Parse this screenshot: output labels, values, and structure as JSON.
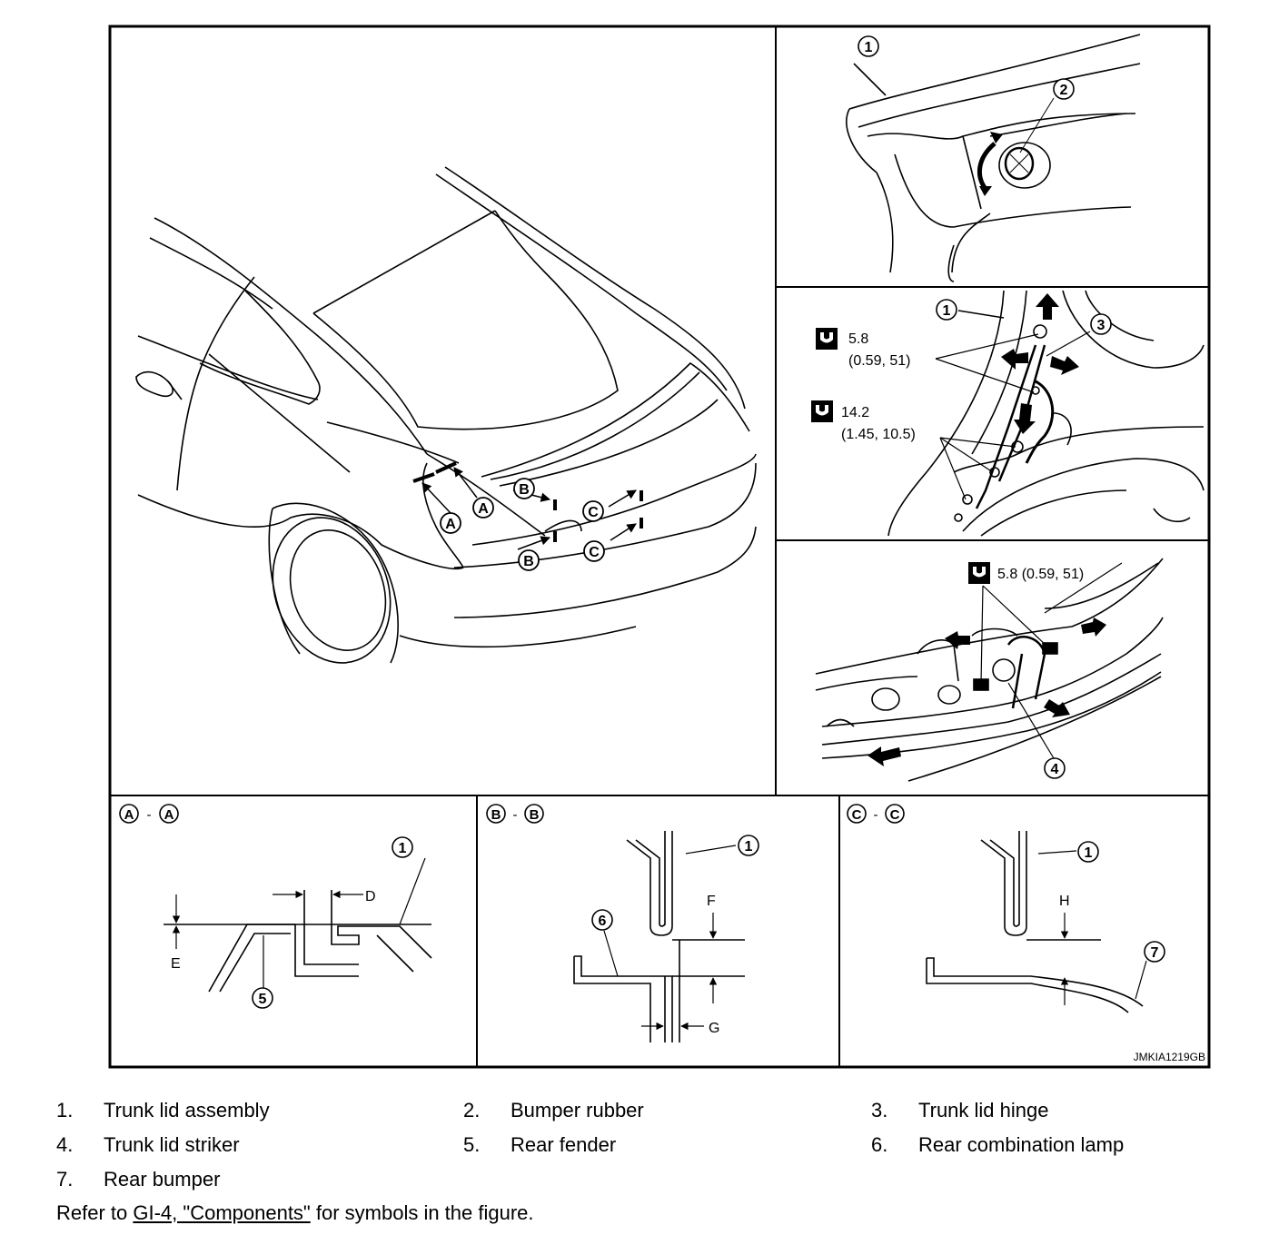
{
  "figure": {
    "code": "JMKIA1219GB",
    "callouts": [
      "1",
      "2",
      "3",
      "4",
      "5",
      "6",
      "7"
    ],
    "section_letters": [
      "A",
      "B",
      "C"
    ],
    "gap_letters": [
      "D",
      "E",
      "F",
      "G",
      "H"
    ],
    "torques": {
      "hinge_upper_value": "5.8",
      "hinge_upper_units": "(0.59, 51)",
      "hinge_lower_value": "14.2",
      "hinge_lower_units": "(1.45, 10.5)",
      "striker": "5.8 (0.59, 51)"
    },
    "icons": [
      "torque-wrench-icon",
      "adjust-arrow-icon"
    ]
  },
  "legend": {
    "items": [
      {
        "num": "1.",
        "label": "Trunk lid assembly"
      },
      {
        "num": "2.",
        "label": "Bumper rubber"
      },
      {
        "num": "3.",
        "label": "Trunk lid hinge"
      },
      {
        "num": "4.",
        "label": "Trunk lid striker"
      },
      {
        "num": "5.",
        "label": "Rear fender"
      },
      {
        "num": "6.",
        "label": "Rear combination lamp"
      },
      {
        "num": "7.",
        "label": "Rear bumper"
      }
    ],
    "note_prefix": "Refer to ",
    "note_link": "GI-4, \"Components\"",
    "note_suffix": " for symbols in the figure."
  }
}
